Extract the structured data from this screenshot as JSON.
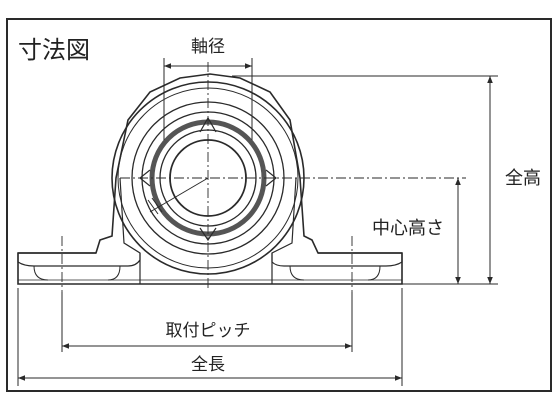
{
  "title": "寸法図",
  "labels": {
    "shaft_diameter": "軸径",
    "total_height": "全高",
    "center_height": "中心高さ",
    "mounting_pitch": "取付ピッチ",
    "total_length": "全長"
  },
  "colors": {
    "line": "#2a2a2a",
    "bg": "#ffffff"
  }
}
